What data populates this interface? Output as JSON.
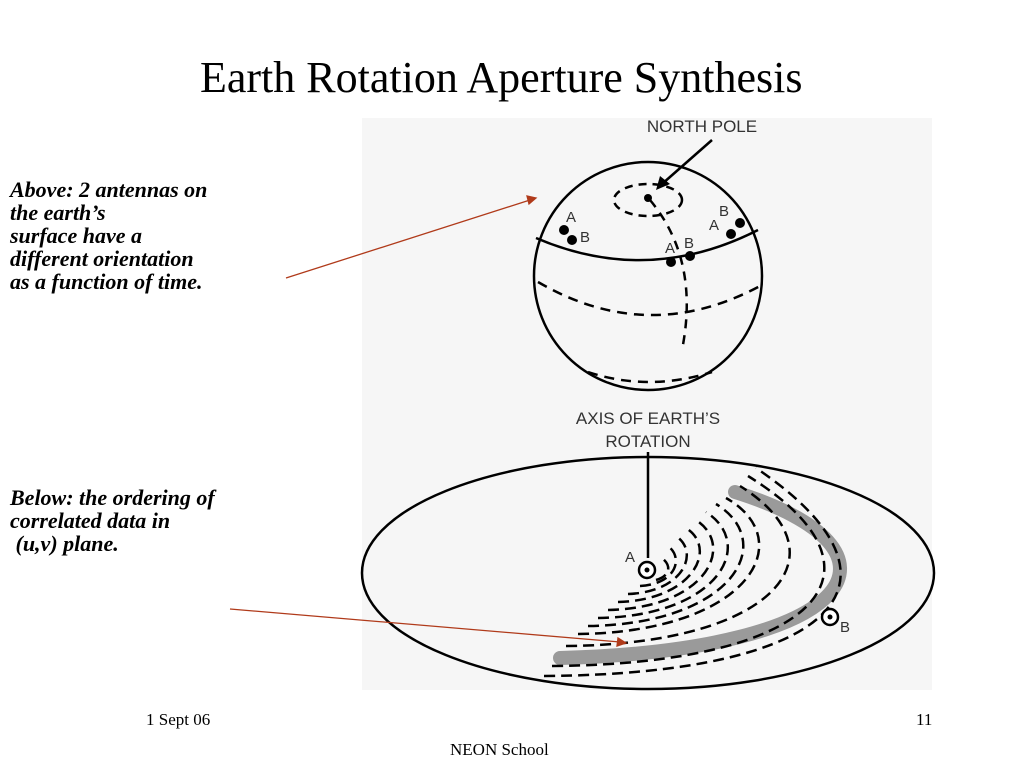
{
  "slide": {
    "title": "Earth Rotation Aperture Synthesis",
    "caption_above": "Above: 2 antennas on\nthe earth’s\nsurface have a\ndifferent orientation\nas a function of time.",
    "caption_below": "Below: the ordering of\ncorrelated data in\n (u,v) plane.",
    "footer_date": "1 Sept 06",
    "footer_page": "11",
    "footer_school": "NEON School"
  },
  "figure": {
    "north_pole_label": "NORTH  POLE",
    "axis_label_line1": "AXIS OF EARTH’S",
    "axis_label_line2": "ROTATION",
    "antenna_a": "A",
    "antenna_b": "B"
  },
  "colors": {
    "arrow": "#b03a1a",
    "track_fill": "#9a9a9a",
    "figure_bg": "#f6f6f6"
  }
}
